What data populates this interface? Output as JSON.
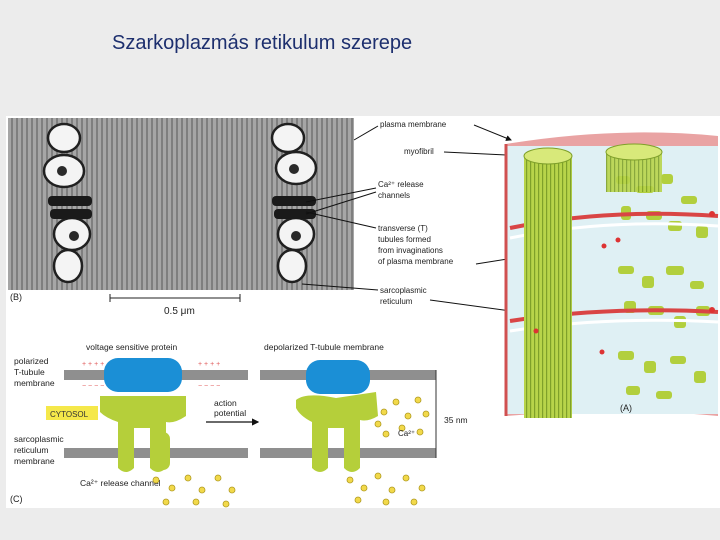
{
  "slide": {
    "title": "Szarkoplazmás retikulum szerepe"
  },
  "panel_b": {
    "label": "(B)",
    "scale_bar": "0.5 μm",
    "callouts": {
      "plasma_membrane": "plasma membrane",
      "myofibril": "myofibril",
      "ca_release_1": "Ca²⁺ release",
      "ca_release_2": "channels",
      "t_tubule_1": "transverse (T)",
      "t_tubule_2": "tubules formed",
      "t_tubule_3": "from invaginations",
      "t_tubule_4": "of plasma membrane",
      "sr_1": "sarcoplasmic",
      "sr_2": "reticulum"
    }
  },
  "panel_a": {
    "label": "(A)"
  },
  "panel_c": {
    "label": "(C)",
    "voltage_sensitive_protein": "voltage sensitive protein",
    "polarized_1": "polarized",
    "polarized_2": "T-tubule",
    "polarized_3": "membrane",
    "cytosol": "CYTOSOL",
    "sr_membrane_1": "sarcoplasmic",
    "sr_membrane_2": "reticulum",
    "sr_membrane_3": "membrane",
    "release_channel": "Ca²⁺ release channel",
    "depolarized": "depolarized T-tubule membrane",
    "action_potential_1": "action",
    "action_potential_2": "potential",
    "distance": "35 nm",
    "ca_label": "Ca²⁺",
    "plus_signs": "+ + + +",
    "minus_signs": "− − − −"
  },
  "colors": {
    "title": "#1d2f6e",
    "protein_blue": "#1b8fd6",
    "channel_green": "#b5cf3a",
    "myofibril_green": "#a8c83a",
    "membrane_red": "#e05a5a",
    "ca_yellow": "#f2d94a"
  }
}
